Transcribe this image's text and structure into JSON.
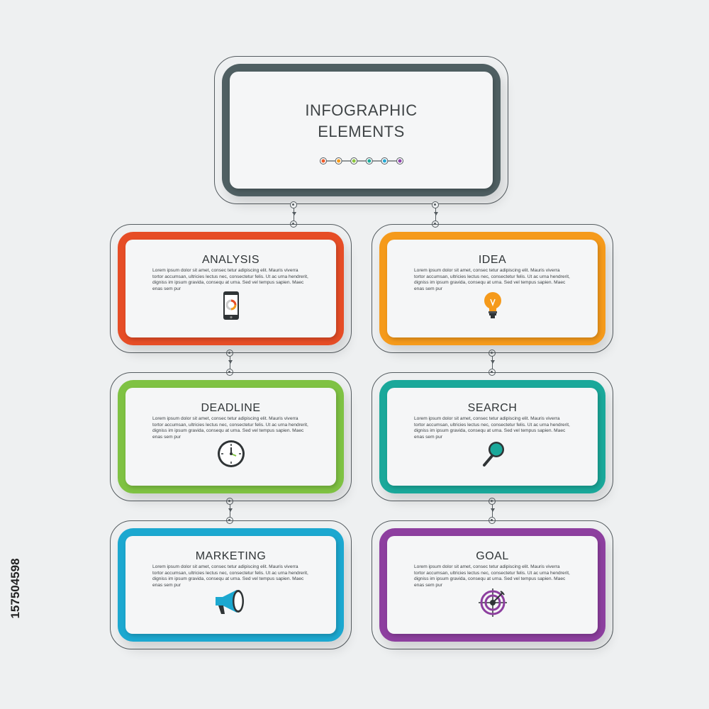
{
  "header": {
    "title_line1": "INFOGRAPHIC",
    "title_line2": "ELEMENTS",
    "frame_color": "#4f5f62",
    "dot_colors": [
      "#ee5a2a",
      "#f59a1b",
      "#8cc63f",
      "#1aaa9a",
      "#27a9d4",
      "#8e44ad"
    ]
  },
  "boxes": [
    {
      "title": "ANALYSIS",
      "color": "#e64d26",
      "icon": "smartphone-chart-icon",
      "text": "Lorem ipsum dolor sit amet, consec tetur adipiscing elit. Mauris viverra tortor accumsan, ultricies lectus nec, consectetur felis. Ut ac urna hendrerit, digniss im ipsum gravida, consequ at urna. Sed vel tempus sapien. Maec enas sem pur"
    },
    {
      "title": "IDEA",
      "color": "#f59a1b",
      "icon": "lightbulb-icon",
      "text": "Lorem ipsum dolor sit amet, consec tetur adipiscing elit. Mauris viverra tortor accumsan, ultricies lectus nec, consectetur felis. Ut ac urna hendrerit, digniss im ipsum gravida, consequ at urna. Sed vel tempus sapien. Maec enas sem pur"
    },
    {
      "title": "DEADLINE",
      "color": "#7fc243",
      "icon": "clock-icon",
      "text": "Lorem ipsum dolor sit amet, consec tetur adipiscing elit. Mauris viverra tortor accumsan, ultricies lectus nec, consectetur felis. Ut ac urna hendrerit, digniss im ipsum gravida, consequ at urna. Sed vel tempus sapien. Maec enas sem pur"
    },
    {
      "title": "SEARCH",
      "color": "#1aa89a",
      "icon": "magnifier-icon",
      "text": "Lorem ipsum dolor sit amet, consec tetur adipiscing elit. Mauris viverra tortor accumsan, ultricies lectus nec, consectetur felis. Ut ac urna hendrerit, digniss im ipsum gravida, consequ at urna. Sed vel tempus sapien. Maec enas sem pur"
    },
    {
      "title": "MARKETING",
      "color": "#1ca8d0",
      "icon": "megaphone-icon",
      "text": "Lorem ipsum dolor sit amet, consec tetur adipiscing elit. Mauris viverra tortor accumsan, ultricies lectus nec, consectetur felis. Ut ac urna hendrerit, digniss im ipsum gravida, consequ at urna. Sed vel tempus sapien. Maec enas sem pur"
    },
    {
      "title": "GOAL",
      "color": "#8d3f9f",
      "icon": "target-icon",
      "text": "Lorem ipsum dolor sit amet, consec tetur adipiscing elit. Mauris viverra tortor accumsan, ultricies lectus nec, consectetur felis. Ut ac urna hendrerit, digniss im ipsum gravida, consequ at urna. Sed vel tempus sapien. Maec enas sem pur"
    }
  ],
  "stock_id": "157504598"
}
